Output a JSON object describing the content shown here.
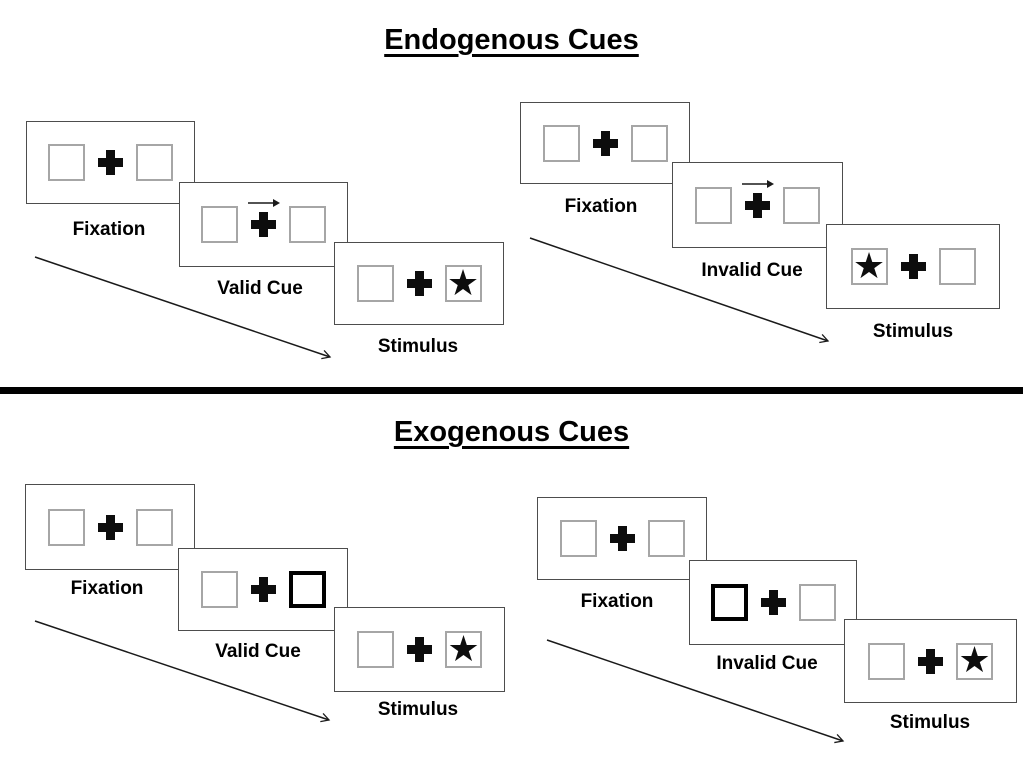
{
  "sections": [
    {
      "id": "endogenous",
      "title": "Endogenous Cues",
      "groups": [
        {
          "id": "endogenous-valid",
          "trials": [
            {
              "label": "Fixation",
              "cue": "none",
              "left_box": "empty",
              "right_box": "empty"
            },
            {
              "label": "Valid Cue",
              "cue": "arrow-right-above-fixation",
              "left_box": "empty",
              "right_box": "empty"
            },
            {
              "label": "Stimulus",
              "cue": "none",
              "left_box": "empty",
              "right_box": "star"
            }
          ]
        },
        {
          "id": "endogenous-invalid",
          "trials": [
            {
              "label": "Fixation",
              "cue": "none",
              "left_box": "empty",
              "right_box": "empty"
            },
            {
              "label": "Invalid Cue",
              "cue": "arrow-right-above-fixation",
              "left_box": "empty",
              "right_box": "empty"
            },
            {
              "label": "Stimulus",
              "cue": "none",
              "left_box": "star",
              "right_box": "empty"
            }
          ]
        }
      ]
    },
    {
      "id": "exogenous",
      "title": "Exogenous Cues",
      "groups": [
        {
          "id": "exogenous-valid",
          "trials": [
            {
              "label": "Fixation",
              "cue": "none",
              "left_box": "empty",
              "right_box": "empty"
            },
            {
              "label": "Valid Cue",
              "cue": "thick-box-right",
              "left_box": "empty",
              "right_box": "empty-thick"
            },
            {
              "label": "Stimulus",
              "cue": "none",
              "left_box": "empty",
              "right_box": "star"
            }
          ]
        },
        {
          "id": "exogenous-invalid",
          "trials": [
            {
              "label": "Fixation",
              "cue": "none",
              "left_box": "empty",
              "right_box": "empty"
            },
            {
              "label": "Invalid Cue",
              "cue": "thick-box-left",
              "left_box": "empty-thick",
              "right_box": "empty"
            },
            {
              "label": "Stimulus",
              "cue": "none",
              "left_box": "empty",
              "right_box": "star"
            }
          ]
        }
      ]
    }
  ],
  "icons": {
    "star": "★",
    "plus": "fixation-cross",
    "cue_arrow": "right-arrow",
    "timeline_arrow": "diagonal-down-right-arrow"
  },
  "colors": {
    "background": "#ffffff",
    "ink": "#000000",
    "panel_border": "#4d4d4d",
    "box_border": "#a6a6a6",
    "thick_box_border": "#000000"
  }
}
